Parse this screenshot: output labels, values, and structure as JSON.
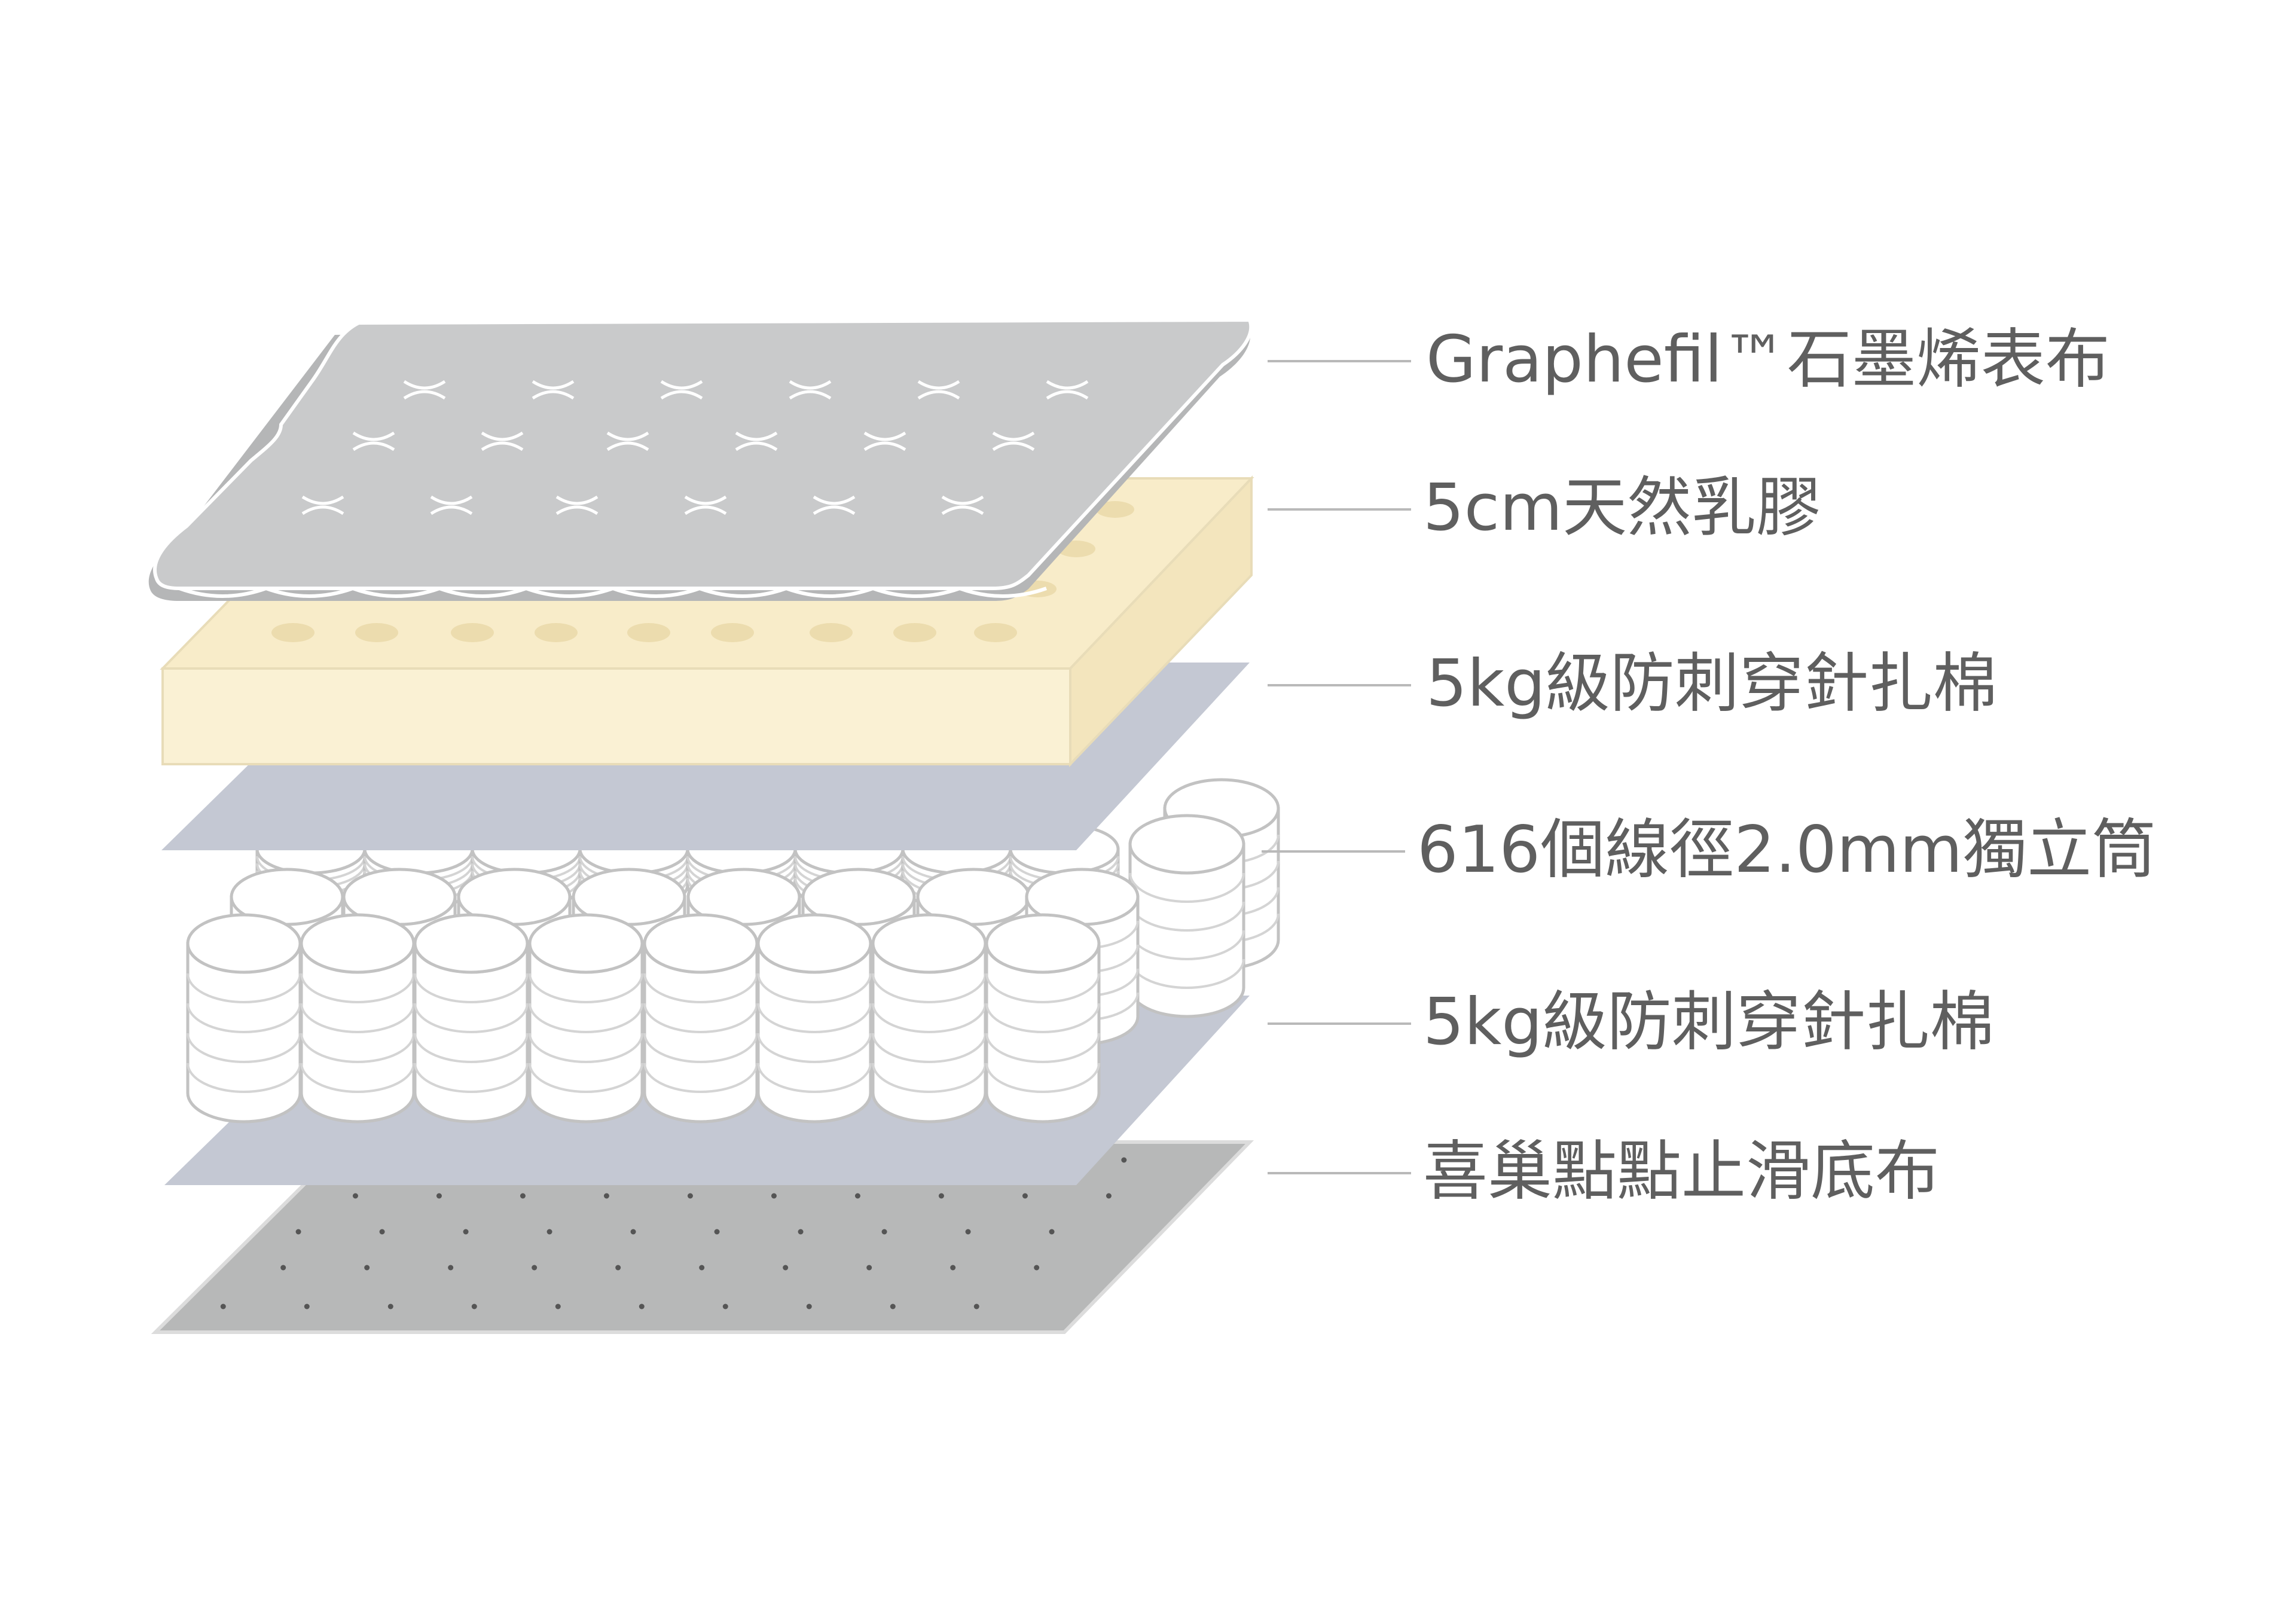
{
  "labels": {
    "top_fabric": "Graphefil™石墨烯表布",
    "latex": "5cm天然乳膠",
    "padding_upper": "5kg級防刺穿針扎棉",
    "springs": "616個線徑2.0mm獨立筒",
    "padding_lower": "5kg級防刺穿針扎棉",
    "base_fabric": "喜巢點點止滑底布"
  },
  "colors": {
    "label_text": "#5f5f5f",
    "leader_line": "#b9b9b9",
    "quilted_top": "#c9cacb",
    "quilted_top_shadow": "#b5b6b7",
    "latex_front": "#faf1d4",
    "latex_top": "#f8ecc9",
    "latex_side": "#f3e5bd",
    "latex_holes": "#ecdcae",
    "padding_sheet": "#c4c8d3",
    "spring_fill": "#ffffff",
    "spring_stroke": "#c2c2c2",
    "base_sheet": "#b7b8b8",
    "base_dots": "#555555"
  }
}
